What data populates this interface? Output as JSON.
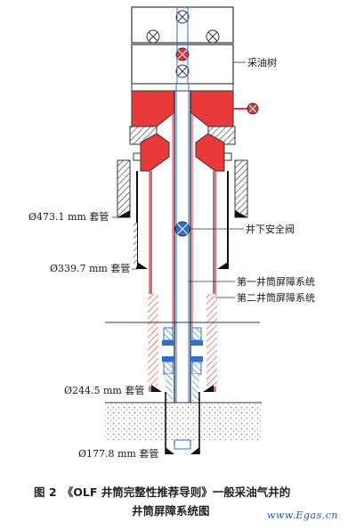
{
  "labels": {
    "christmas_tree": "采油树",
    "subsurface_safety_valve": "井下安全阀",
    "barrier_1": "第一井筒屏障系统",
    "barrier_2": "第二井筒屏障系统",
    "casing_473": "Ø473.1 mm 套管",
    "casing_339": "Ø339.7 mm 套管",
    "casing_244": "Ø244.5 mm 套管",
    "casing_177": "Ø177.8 mm 套管"
  },
  "caption": {
    "line1": "图 2　《OLF 井筒完整性推荐导则》一般采油气井的",
    "line2": "井筒屏障系统图"
  },
  "watermark": "www.Egas.cn",
  "colors": {
    "barrier_1": "#2f6fd0",
    "barrier_2": "#e83a3a",
    "valve_closed_red": "#e03030",
    "valve_blue": "#2f6fd0",
    "steel_black": "#111111"
  }
}
